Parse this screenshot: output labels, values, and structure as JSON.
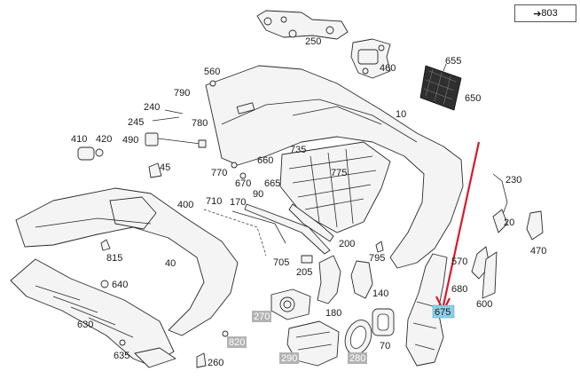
{
  "reference": {
    "arrow": "➔",
    "text": "803"
  },
  "callouts": {
    "c250": "250",
    "c460": "460",
    "c655": "655",
    "c650": "650",
    "c560": "560",
    "c790": "790",
    "c240": "240",
    "c780": "780",
    "c245": "245",
    "c10": "10",
    "c410": "410",
    "c420": "420",
    "c490": "490",
    "c735": "735",
    "c660": "660",
    "c45": "45",
    "c770": "770",
    "c775": "775",
    "c670": "670",
    "c665": "665",
    "c230": "230",
    "c400": "400",
    "c710": "710",
    "c170": "170",
    "c90": "90",
    "c20": "20",
    "c470": "470",
    "c200": "200",
    "c815": "815",
    "c40": "40",
    "c795": "795",
    "c705": "705",
    "c205": "205",
    "c570": "570",
    "c640": "640",
    "c140": "140",
    "c680": "680",
    "c600": "600",
    "c675": "675",
    "c270": "270",
    "c180": "180",
    "c630": "630",
    "c820": "820",
    "c635": "635",
    "c260": "260",
    "c290": "290",
    "c280": "280",
    "c70": "70"
  },
  "colors": {
    "highlight": "#8ecfe8",
    "greyed": "#b3b3b3",
    "arrow": "#d81a2a"
  }
}
